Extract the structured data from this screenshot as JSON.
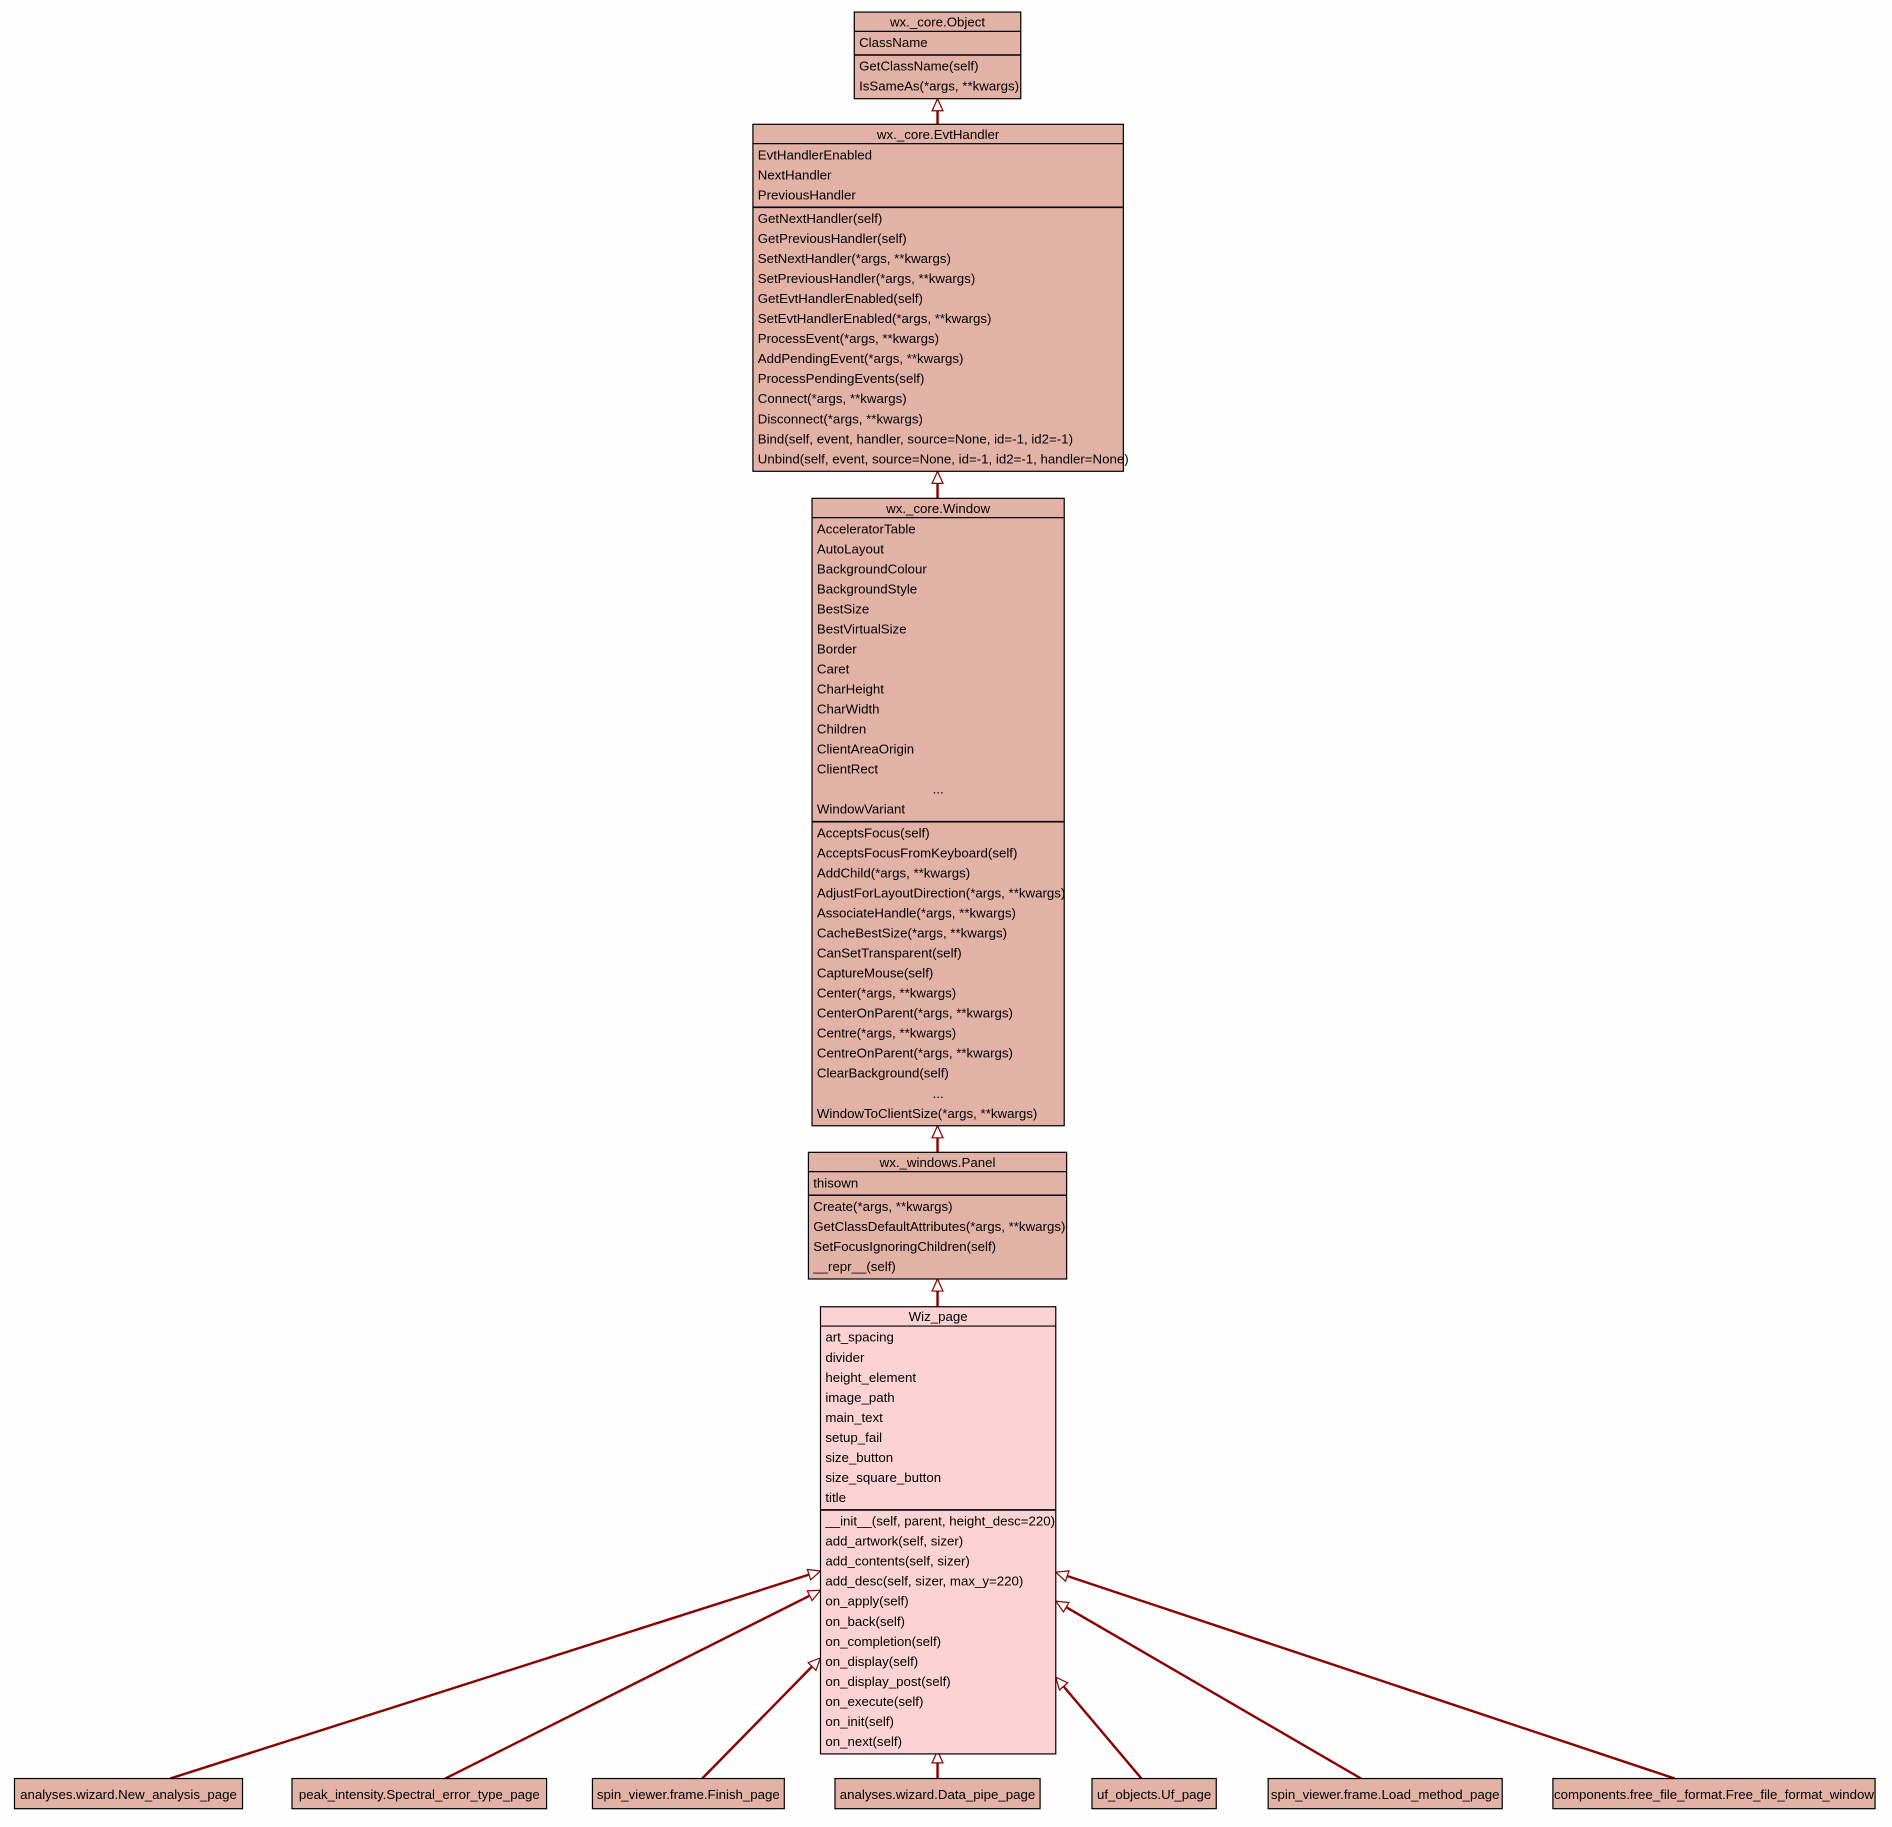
{
  "colors": {
    "base_fill": "#e3b2a6",
    "focus_fill": "#fcd2d5",
    "edge": "#8b0000",
    "border": "#000000"
  },
  "classes": [
    {
      "id": "object",
      "title": "wx._core.Object",
      "attributes": [
        "ClassName"
      ],
      "methods": [
        "GetClassName(self)",
        "IsSameAs(*args, **kwargs)"
      ]
    },
    {
      "id": "evthandler",
      "title": "wx._core.EvtHandler",
      "attributes": [
        "EvtHandlerEnabled",
        "NextHandler",
        "PreviousHandler"
      ],
      "methods": [
        "GetNextHandler(self)",
        "GetPreviousHandler(self)",
        "SetNextHandler(*args, **kwargs)",
        "SetPreviousHandler(*args, **kwargs)",
        "GetEvtHandlerEnabled(self)",
        "SetEvtHandlerEnabled(*args, **kwargs)",
        "ProcessEvent(*args, **kwargs)",
        "AddPendingEvent(*args, **kwargs)",
        "ProcessPendingEvents(self)",
        "Connect(*args, **kwargs)",
        "Disconnect(*args, **kwargs)",
        "Bind(self, event, handler, source=None, id=-1, id2=-1)",
        "Unbind(self, event, source=None, id=-1, id2=-1, handler=None)"
      ]
    },
    {
      "id": "window",
      "title": "wx._core.Window",
      "attributes": [
        "AcceleratorTable",
        "AutoLayout",
        "BackgroundColour",
        "BackgroundStyle",
        "BestSize",
        "BestVirtualSize",
        "Border",
        "Caret",
        "CharHeight",
        "CharWidth",
        "Children",
        "ClientAreaOrigin",
        "ClientRect",
        "...",
        "WindowVariant"
      ],
      "methods": [
        "AcceptsFocus(self)",
        "AcceptsFocusFromKeyboard(self)",
        "AddChild(*args, **kwargs)",
        "AdjustForLayoutDirection(*args, **kwargs)",
        "AssociateHandle(*args, **kwargs)",
        "CacheBestSize(*args, **kwargs)",
        "CanSetTransparent(self)",
        "CaptureMouse(self)",
        "Center(*args, **kwargs)",
        "CenterOnParent(*args, **kwargs)",
        "Centre(*args, **kwargs)",
        "CentreOnParent(*args, **kwargs)",
        "ClearBackground(self)",
        "...",
        "WindowToClientSize(*args, **kwargs)"
      ]
    },
    {
      "id": "panel",
      "title": "wx._windows.Panel",
      "attributes": [
        "thisown"
      ],
      "methods": [
        "Create(*args, **kwargs)",
        "GetClassDefaultAttributes(*args, **kwargs)",
        "SetFocusIgnoringChildren(self)",
        "__repr__(self)"
      ]
    },
    {
      "id": "wiz_page",
      "title": "Wiz_page",
      "attributes": [
        "art_spacing",
        "divider",
        "height_element",
        "image_path",
        "main_text",
        "setup_fail",
        "size_button",
        "size_square_button",
        "title"
      ],
      "methods": [
        "__init__(self, parent, height_desc=220)",
        "add_artwork(self, sizer)",
        "add_contents(self, sizer)",
        "add_desc(self, sizer, max_y=220)",
        "on_apply(self)",
        "on_back(self)",
        "on_completion(self)",
        "on_display(self)",
        "on_display_post(self)",
        "on_execute(self)",
        "on_init(self)",
        "on_next(self)"
      ]
    }
  ],
  "subclasses": [
    "analyses.wizard.New_analysis_page",
    "peak_intensity.Spectral_error_type_page",
    "spin_viewer.frame.Finish_page",
    "analyses.wizard.Data_pipe_page",
    "uf_objects.Uf_page",
    "spin_viewer.frame.Load_method_page",
    "components.free_file_format.Free_file_format_window"
  ]
}
